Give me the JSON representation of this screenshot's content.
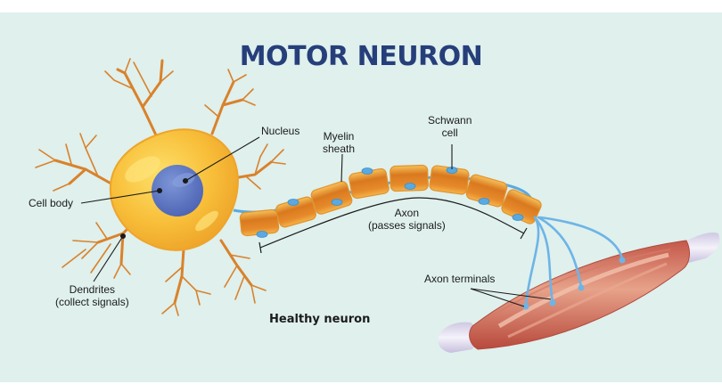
{
  "title": "MOTOR NEURON",
  "caption": "Healthy neuron",
  "labels": {
    "nucleus": "Nucleus",
    "myelin_line1": "Myelin",
    "myelin_line2": "sheath",
    "schwann_line1": "Schwann",
    "schwann_line2": "cell",
    "cell_body": "Cell body",
    "dendrites_line1": "Dendrites",
    "dendrites_line2": "(collect signals)",
    "axon_line1": "Axon",
    "axon_line2": "(passes signals)",
    "axon_terminals": "Axon terminals"
  },
  "colors": {
    "background": "#dff0ed",
    "title": "#263f7a",
    "cell_body": "#f6b73c",
    "nucleus": "#5a74c0",
    "dendrite": "#d9822b",
    "myelin": "#e8902e",
    "schwann_node": "#5aa9e0",
    "axon_terminal": "#6eb4e6",
    "muscle": "#c8614f",
    "tendon": "#e6e2f0"
  }
}
